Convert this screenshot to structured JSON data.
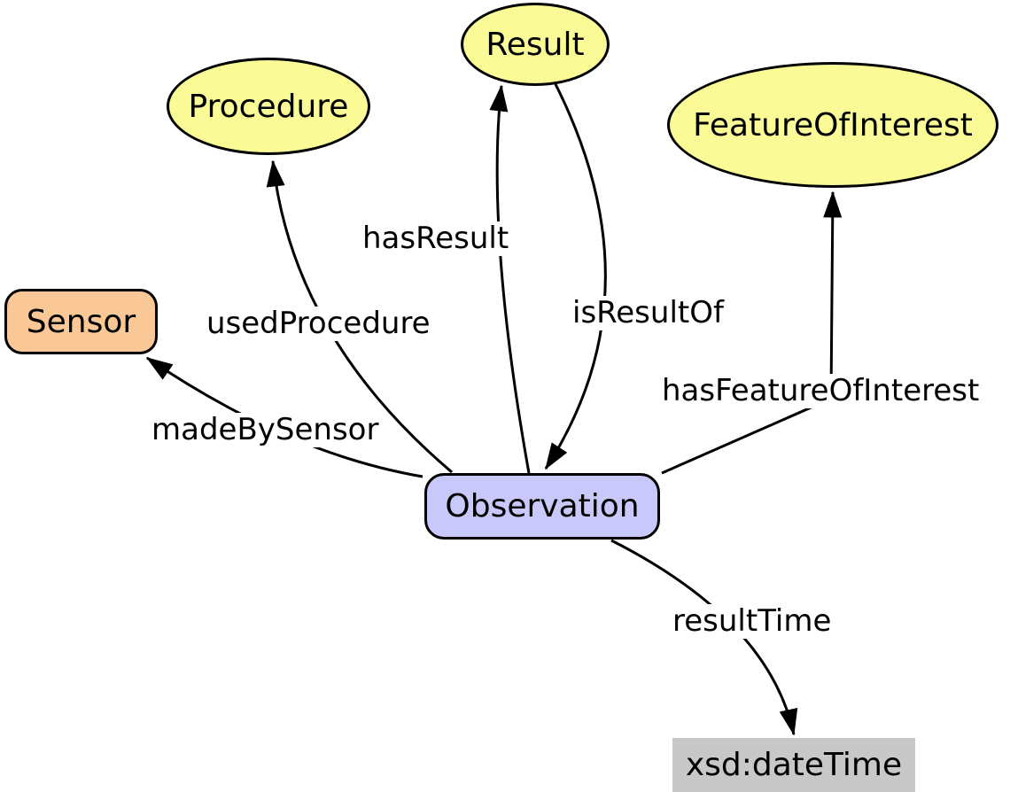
{
  "diagram": {
    "nodes": {
      "procedure": {
        "label": "Procedure",
        "shape": "ellipse",
        "fill": "#FAFA96"
      },
      "result": {
        "label": "Result",
        "shape": "ellipse",
        "fill": "#FAFA96"
      },
      "featureOfInterest": {
        "label": "FeatureOfInterest",
        "shape": "ellipse",
        "fill": "#FAFA96"
      },
      "sensor": {
        "label": "Sensor",
        "shape": "rounded-rect",
        "fill": "#FAC896"
      },
      "observation": {
        "label": "Observation",
        "shape": "rounded-rect",
        "fill": "#C8C8FA"
      },
      "xsdDateTime": {
        "label": "xsd:dateTime",
        "shape": "rect",
        "fill": "#C8C8C8"
      }
    },
    "edges": {
      "usedProcedure": {
        "label": "usedProcedure",
        "from": "Observation",
        "to": "Procedure"
      },
      "hasResult": {
        "label": "hasResult",
        "from": "Observation",
        "to": "Result"
      },
      "isResultOf": {
        "label": "isResultOf",
        "from": "Result",
        "to": "Observation"
      },
      "madeBySensor": {
        "label": "madeBySensor",
        "from": "Observation",
        "to": "Sensor"
      },
      "hasFeatureOfInterest": {
        "label": "hasFeatureOfInterest",
        "from": "Observation",
        "to": "FeatureOfInterest"
      },
      "resultTime": {
        "label": "resultTime",
        "from": "Observation",
        "to": "xsd:dateTime"
      }
    },
    "colors": {
      "class-fill": "#FAFA96",
      "sensor-fill": "#FAC896",
      "observation-fill": "#C8C8FA",
      "datatype-fill": "#C8C8C8",
      "edge-stroke": "#000000",
      "label-text": "#000000",
      "canvas-bg": "#FFFFFF"
    }
  }
}
